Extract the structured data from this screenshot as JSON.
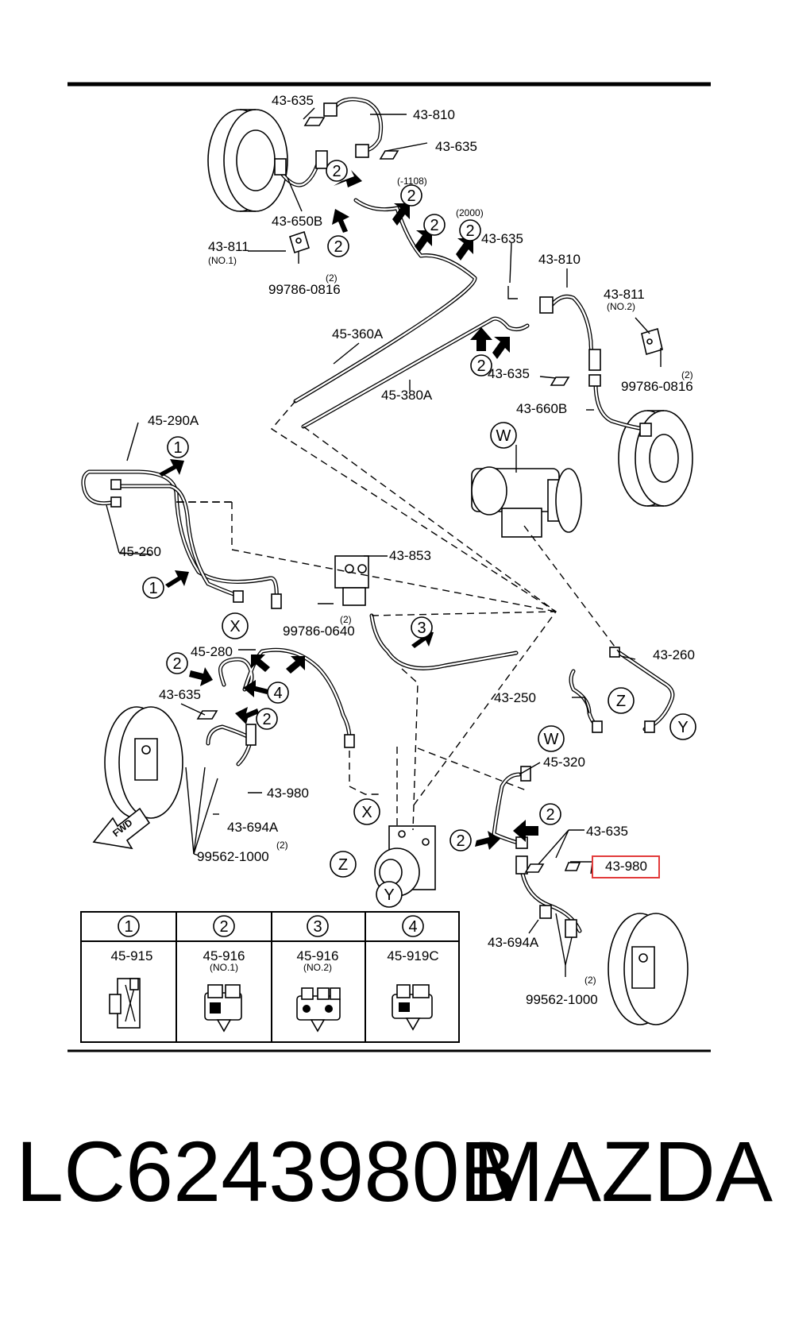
{
  "labels": {
    "l1": "43-635",
    "l2": "43-810",
    "l3": "43-635",
    "l4": "(-1108)",
    "l5": "(2000)",
    "l6": "43-650B",
    "l7": "43-811",
    "l8": "(NO.1)",
    "l9": "(2)",
    "l10": "99786-0816",
    "l11": "43-635",
    "l12": "43-810",
    "l13": "43-811",
    "l14": "(NO.2)",
    "l15": "(2)",
    "l16": "99786-0816",
    "l17": "45-360A",
    "l18": "45-380A",
    "l19": "43-635",
    "l20": "43-660B",
    "l21": "45-290A",
    "l22": "45-260",
    "l23": "43-853",
    "l24": "(2)",
    "l25": "99786-0640",
    "l26": "45-280",
    "l27": "43-635",
    "l28": "43-980",
    "l29": "43-694A",
    "l30": "(2)",
    "l31": "99562-1000",
    "l32": "43-260",
    "l33": "43-250",
    "l34": "45-320",
    "l35": "43-635",
    "l36": "43-980",
    "l37": "43-694A",
    "l38": "(2)",
    "l39": "99562-1000"
  },
  "markers": {
    "W": "W",
    "X": "X",
    "Y": "Y",
    "Z": "Z",
    "fwd": "FWD"
  },
  "circled_numbers": {
    "one": "1",
    "two": "2",
    "three": "3",
    "four": "4"
  },
  "legend": [
    {
      "num": "1",
      "code": "45-915",
      "sub": ""
    },
    {
      "num": "2",
      "code": "45-916",
      "sub": "(NO.1)"
    },
    {
      "num": "3",
      "code": "45-916",
      "sub": "(NO.2)"
    },
    {
      "num": "4",
      "code": "45-919C",
      "sub": ""
    }
  ],
  "highlight_color": "#e23b3b",
  "footer": {
    "part_number": "LC6243980B",
    "brand": "MAZDA"
  }
}
